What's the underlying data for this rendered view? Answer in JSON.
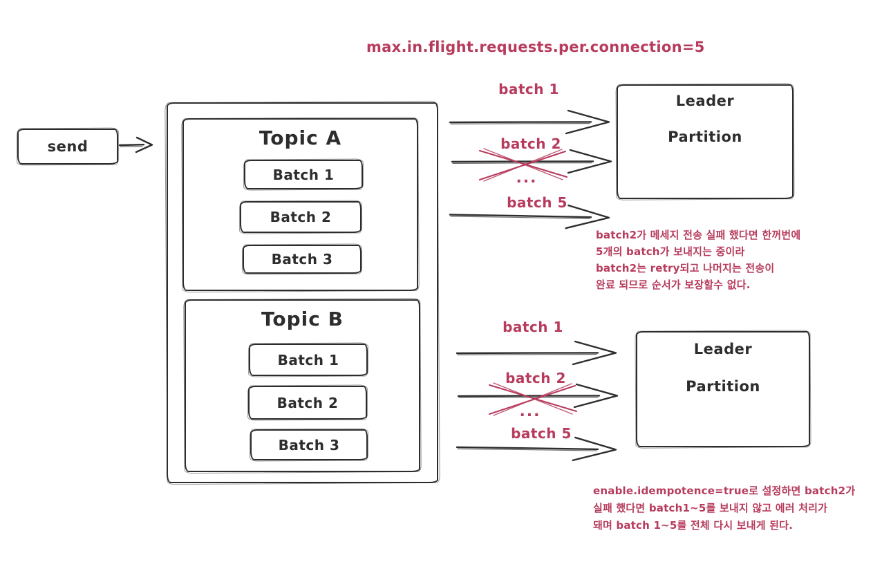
{
  "title": "max.in.flight.requests.per.connection=5",
  "colors": {
    "accent": "#b73b5c",
    "stroke": "#2d2d2d"
  },
  "send_label": "send",
  "producer": {
    "topics": [
      {
        "name": "Topic A",
        "batches": [
          "Batch 1",
          "Batch 2",
          "Batch 3"
        ]
      },
      {
        "name": "Topic B",
        "batches": [
          "Batch 1",
          "Batch 2",
          "Batch 3"
        ]
      }
    ]
  },
  "flight_groups": [
    {
      "arrow_labels": [
        "batch 1",
        "batch 2",
        "batch 5"
      ],
      "ellipsis": "...",
      "crossed_label": "batch 2",
      "target": {
        "title": "Leader",
        "subtitle": "Partition"
      },
      "note_lines": [
        "batch2가 메세지 전송 실패 했다면 한꺼번에",
        "5개의 batch가 보내지는 중이라",
        "batch2는 retry되고 나머지는 전송이",
        "완료 되므로 순서가 보장할수 없다."
      ]
    },
    {
      "arrow_labels": [
        "batch 1",
        "batch 2",
        "batch 5"
      ],
      "ellipsis": "...",
      "crossed_label": "batch 2",
      "target": {
        "title": "Leader",
        "subtitle": "Partition"
      },
      "note_lines": [
        "enable.idempotence=true로 설정하면 batch2가",
        "실패 했다면 batch1~5를 보내지 않고 에러 처리가",
        "돼며 batch 1~5를 전체 다시 보내게 된다."
      ]
    }
  ]
}
